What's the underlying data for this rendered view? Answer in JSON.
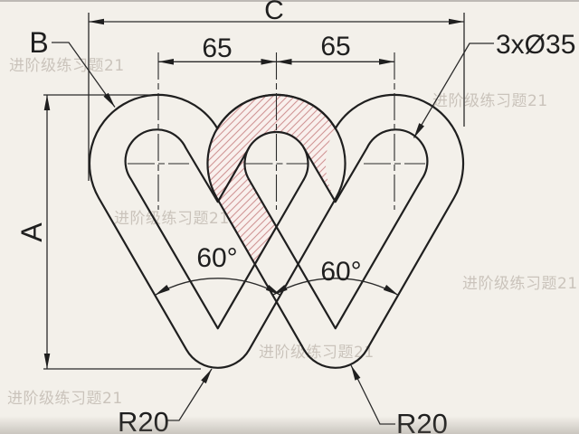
{
  "watermark": {
    "text": "进阶级练习题21"
  },
  "labels": {
    "total_width": "C",
    "total_height": "A",
    "outer_radius": "B",
    "holes": "3xØ35",
    "pitch_left": "65",
    "pitch_right": "65",
    "angle_left": "60°",
    "angle_right": "60°",
    "tip_radius_left": "R20",
    "tip_radius_right": "R20"
  },
  "colors": {
    "background": "#f3f0ea",
    "outline": "#1f1f1f",
    "dimension": "#2a2a2a",
    "hatch_line": "#d09595",
    "hatch_background": "#f9f0ed",
    "watermark": "#b2a99f"
  }
}
